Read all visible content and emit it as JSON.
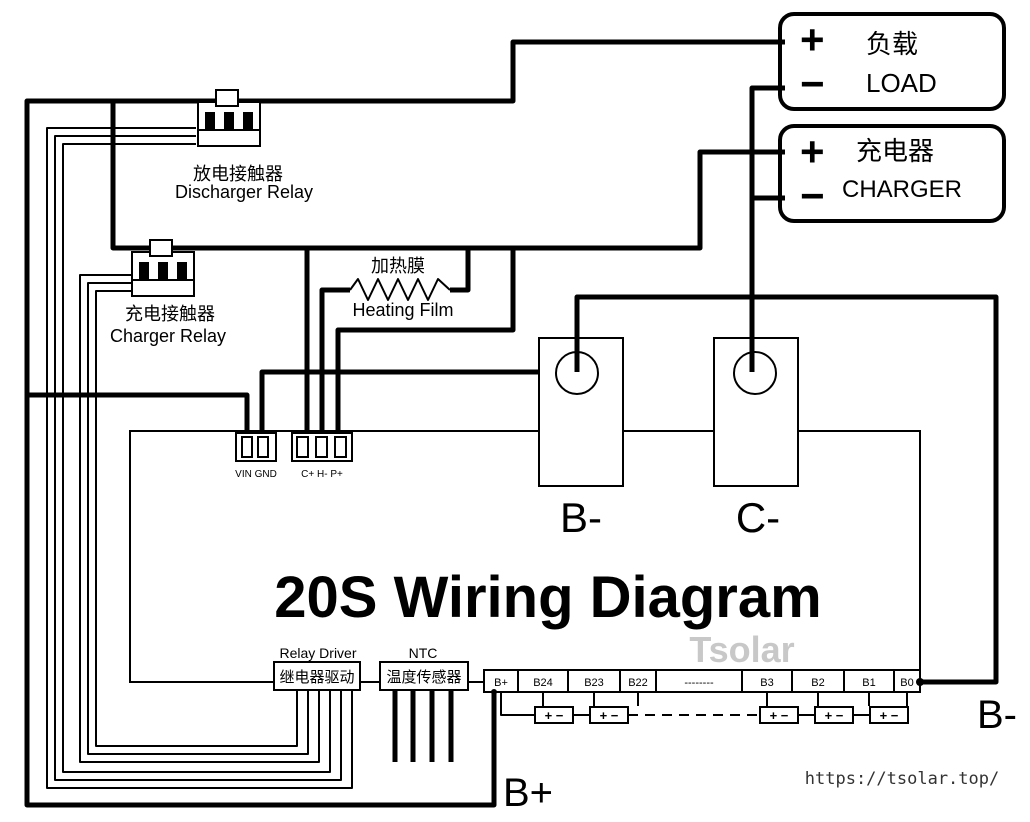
{
  "title": "20S Wiring Diagram",
  "watermark": "Tsolar",
  "website": "https://tsolar.top/",
  "load": {
    "plus": "+",
    "minus": "−",
    "cn": "负载",
    "en": "LOAD"
  },
  "charger": {
    "plus": "+",
    "minus": "−",
    "cn": "充电器",
    "en": "CHARGER"
  },
  "discharger_relay": {
    "cn": "放电接触器",
    "en": "Discharger Relay"
  },
  "charger_relay": {
    "cn": "充电接触器",
    "en": "Charger Relay"
  },
  "heating_film": {
    "cn": "加热膜",
    "en": "Heating Film"
  },
  "terminals": {
    "b_minus": "B-",
    "c_minus": "C-",
    "b_plus": "B+",
    "b_minus_side": "B-"
  },
  "connectors": {
    "vin_gnd": "VIN GND",
    "heat": "C+ H- P+"
  },
  "relay_driver": {
    "en": "Relay Driver",
    "cn": "继电器驱动"
  },
  "ntc": {
    "en": "NTC",
    "cn": "温度传感器"
  },
  "balance_labels": [
    "B+",
    "B24",
    "B23",
    "B22",
    "--------",
    "B3",
    "B2",
    "B1",
    "B0"
  ],
  "cell_sign": "+ −",
  "colors": {
    "line": "#000000",
    "watermark": "#c8c8c8",
    "background": "#ffffff"
  }
}
